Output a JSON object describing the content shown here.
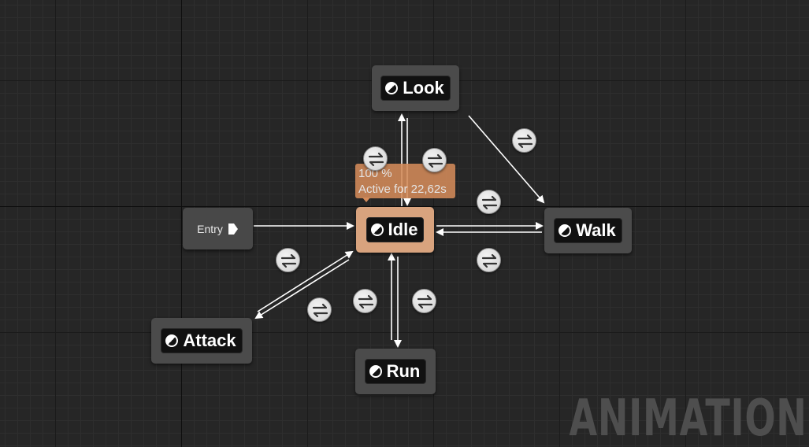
{
  "graph": {
    "entry": {
      "label": "Entry"
    },
    "states": {
      "idle": {
        "label": "Idle"
      },
      "look": {
        "label": "Look"
      },
      "walk": {
        "label": "Walk"
      },
      "run": {
        "label": "Run"
      },
      "attack": {
        "label": "Attack"
      }
    },
    "active_state": {
      "weight": "100 %",
      "duration": "Active for 22,62s"
    },
    "transition_icon": "transition-arrows-icon",
    "colors": {
      "background": "#262626",
      "state_node": "#4b4b4b",
      "active_node": "#d8a37e",
      "tooltip": "#d48b5a",
      "wire": "#ffffff"
    }
  },
  "watermark": "ANIMATION"
}
